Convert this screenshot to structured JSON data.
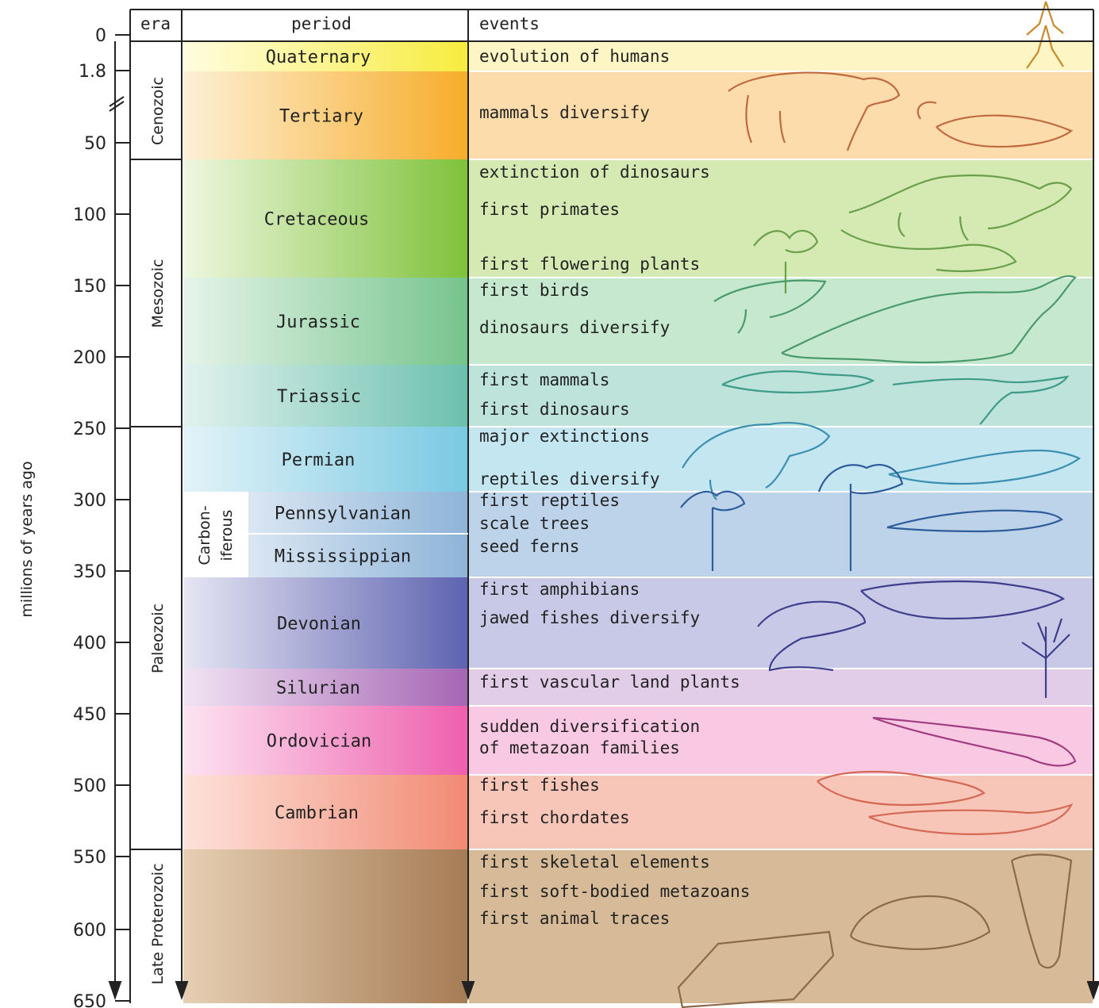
{
  "headers": {
    "era": "era",
    "period": "period",
    "events": "events"
  },
  "axis": {
    "label": "millions of years ago",
    "ticks": [
      "0",
      "1.8",
      "50",
      "100",
      "150",
      "200",
      "250",
      "300",
      "350",
      "400",
      "450",
      "500",
      "550",
      "600",
      "650"
    ]
  },
  "eras": [
    {
      "name": "Cenozoic"
    },
    {
      "name": "Mesozoic"
    },
    {
      "name": "Paleozoic"
    },
    {
      "name": "Late Proterozoic"
    }
  ],
  "carboniferous": {
    "line1": "Carbon-",
    "line2": "iferous"
  },
  "periods": [
    {
      "name": "Quaternary",
      "color": "#fbf26a",
      "events_color": "#fdf6c4",
      "events": [
        "evolution of humans"
      ]
    },
    {
      "name": "Tertiary",
      "color": "#f9bf60",
      "events_color": "#fbdcaa",
      "events": [
        "mammals diversify"
      ]
    },
    {
      "name": "Cretaceous",
      "color": "#a6d55a",
      "events_color": "#d5eab2",
      "events": [
        "extinction of dinosaurs",
        "first primates",
        "first flowering plants"
      ]
    },
    {
      "name": "Jurassic",
      "color": "#8ecfa3",
      "events_color": "#c6e8cf",
      "events": [
        "first birds",
        "dinosaurs diversify"
      ]
    },
    {
      "name": "Triassic",
      "color": "#7dc7b6",
      "events_color": "#bde3da",
      "events": [
        "first mammals",
        "first dinosaurs"
      ]
    },
    {
      "name": "Permian",
      "color": "#8fd1e6",
      "events_color": "#c3e6f1",
      "events": [
        "major extinctions",
        "reptiles diversify"
      ]
    },
    {
      "name": "Pennsylvanian",
      "color": "#8eb4d8",
      "events_color": "#bdd3ea",
      "events": [
        "first reptiles",
        "scale trees",
        "seed ferns"
      ]
    },
    {
      "name": "Mississippian",
      "color": "#8eb4d8",
      "events_color": "#bdd3ea",
      "events": []
    },
    {
      "name": "Devonian",
      "color": "#8c8ec9",
      "events_color": "#c8c9e6",
      "events": [
        "first amphibians",
        "jawed fishes diversify"
      ]
    },
    {
      "name": "Silurian",
      "color": "#c89ad0",
      "events_color": "#e2cde8",
      "events": [
        "first vascular land plants"
      ]
    },
    {
      "name": "Ordovician",
      "color": "#f28fc7",
      "events_color": "#f9c9e3",
      "events": [
        "sudden diversification",
        " of metazoan families"
      ]
    },
    {
      "name": "Cambrian",
      "color": "#f7a08e",
      "events_color": "#f8c6b8",
      "events": [
        "first fishes",
        "first chordates"
      ]
    },
    {
      "name": "",
      "color": "#b9916a",
      "events_color": "#d7bb98",
      "events": [
        "first skeletal elements",
        "first soft-bodied metazoans",
        "first animal traces"
      ]
    }
  ]
}
